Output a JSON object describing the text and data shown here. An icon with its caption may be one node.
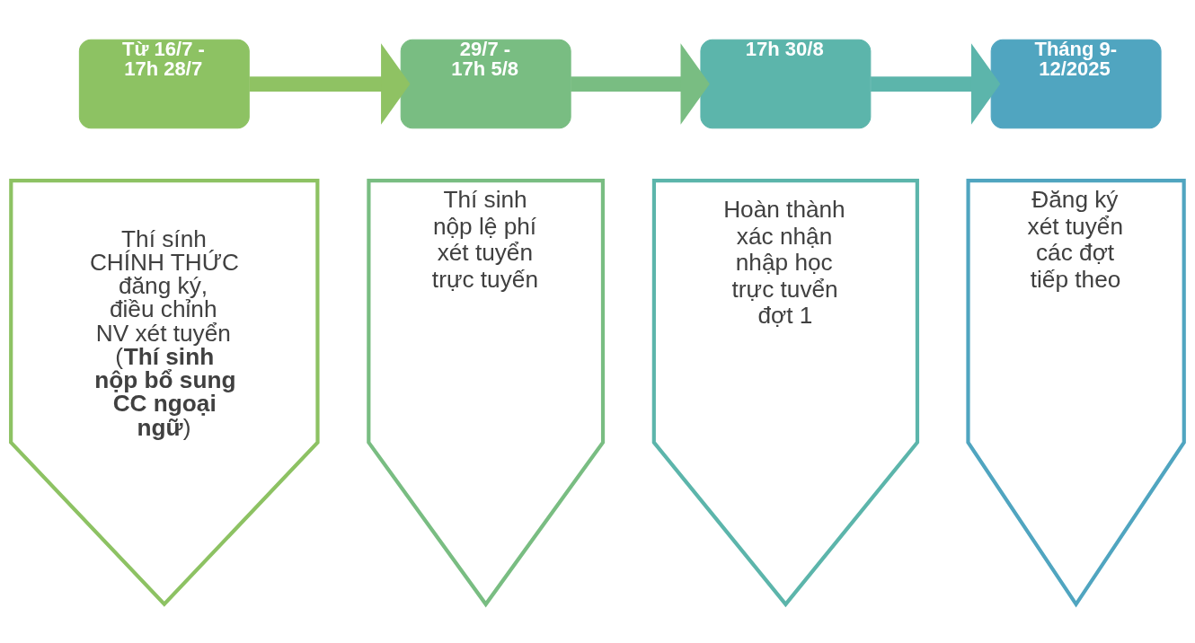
{
  "diagram": {
    "nodes": [
      {
        "text": [
          "Từ 16/7 - 17h 28/7"
        ]
      },
      {
        "text": [
          "Thí sính CHÍNH THỨC đăng ký, điều chỉnh NV xét tuyển (**Thí sinh nộp bổ sung CC ngoại ngữ**)"
        ]
      },
      {
        "text": [
          "29/7 - 17h 5/8"
        ]
      },
      {
        "text": [
          "Thí sinh nộp lệ phí xét tuyển trực tuyến"
        ]
      },
      {
        "text": [
          "17h 30/8"
        ]
      },
      {
        "text": [
          "Hoàn thành xác nhận nhập học trực tuvển đợt 1"
        ]
      },
      {
        "text": [
          "Tháng 9- 12/2025"
        ]
      },
      {
        "text": [
          "Đăng ký xét tuyển các đợt tiếp theo"
        ]
      }
    ],
    "edges": [
      {
        "from": 0,
        "to": 2,
        "arrow": "to",
        "color": "#8fc263"
      },
      {
        "from": 2,
        "to": 4,
        "arrow": "to",
        "color": "#79bd82"
      },
      {
        "from": 4,
        "to": 6,
        "arrow": "to",
        "color": "#5cb5ab"
      }
    ]
  }
}
